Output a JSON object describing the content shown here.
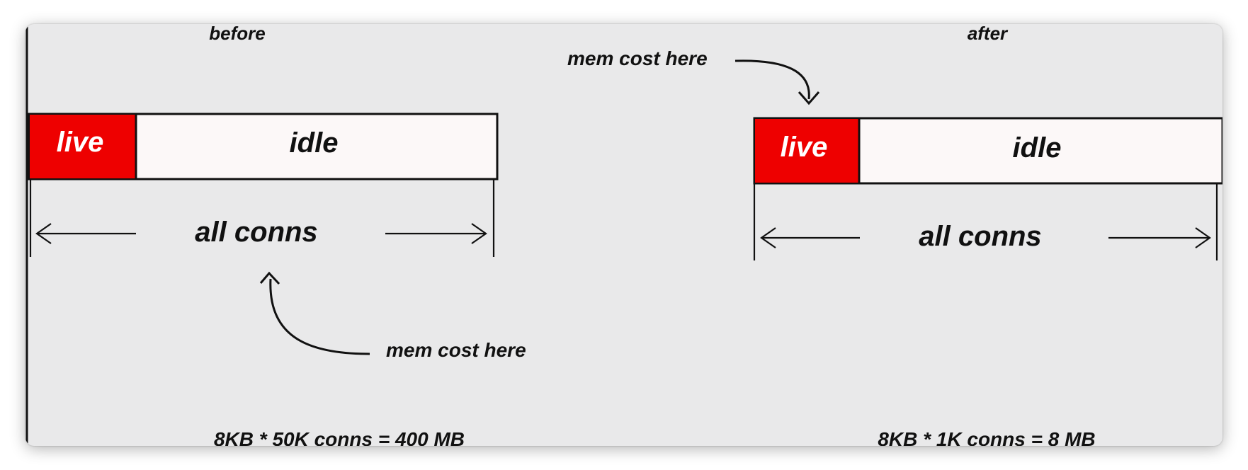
{
  "before": {
    "heading": "before",
    "segments": {
      "live": "live",
      "idle": "idle"
    },
    "span_label": "all conns",
    "annotation": "mem cost here",
    "formula": "8KB * 50K conns =  400 MB"
  },
  "after": {
    "heading": "after",
    "segments": {
      "live": "live",
      "idle": "idle"
    },
    "span_label": "all conns",
    "annotation": "mem cost here",
    "formula": "8KB * 1K conns =  8 MB"
  },
  "colors": {
    "live": "#ee0000",
    "idle": "#fcf8f8",
    "background": "#e9e9ea",
    "ink": "#111111"
  },
  "icons": [
    "arrow-left-icon",
    "arrow-right-icon",
    "curved-arrow-icon"
  ]
}
